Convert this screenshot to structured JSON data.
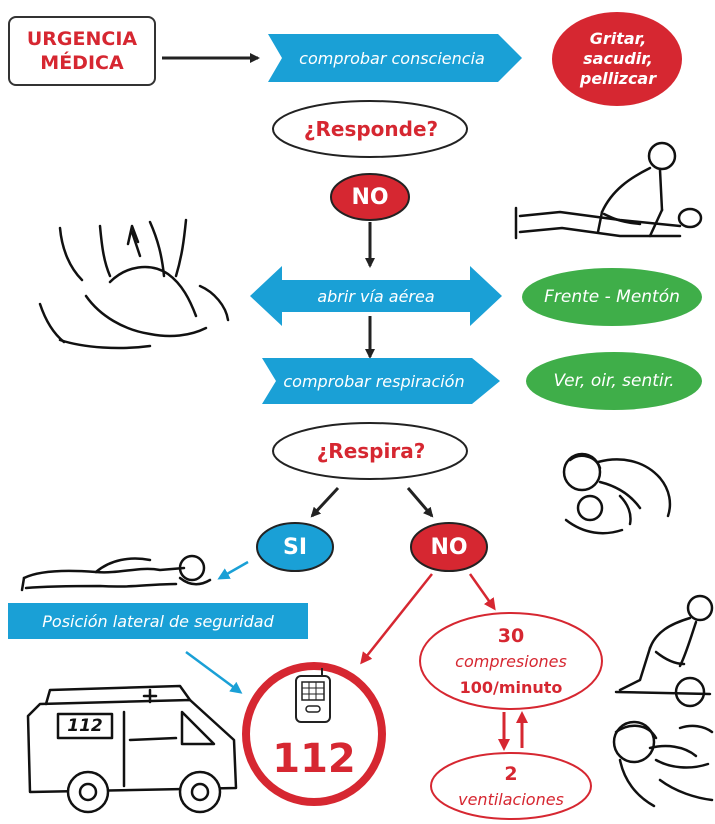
{
  "start": {
    "line1": "URGENCIA",
    "line2": "MÉDICA"
  },
  "check_consciousness": "comprobar consciencia",
  "stimulus": {
    "line1": "Gritar,",
    "line2": "sacudir,",
    "line3": "pellizcar"
  },
  "responds_question": "¿Responde?",
  "no_label_1": "NO",
  "open_airway": "abrir vía aérea",
  "airway_technique": "Frente - Mentón",
  "check_breathing": "comprobar respiración",
  "breathing_method": "Ver, oir, sentir.",
  "breathes_question": "¿Respira?",
  "yes_label": "SI",
  "no_label_2": "NO",
  "recovery_position": "Posición lateral de seguridad",
  "emergency_number": "112",
  "ambulance_plate": "112",
  "compressions": {
    "count": "30",
    "label": "compresiones",
    "rate": "100/minuto"
  },
  "ventilations": {
    "count": "2",
    "label": "ventilaciones"
  },
  "colors": {
    "red": "#d62731",
    "blue": "#1aa0d6",
    "green": "#3fae49",
    "dark": "#222222"
  }
}
